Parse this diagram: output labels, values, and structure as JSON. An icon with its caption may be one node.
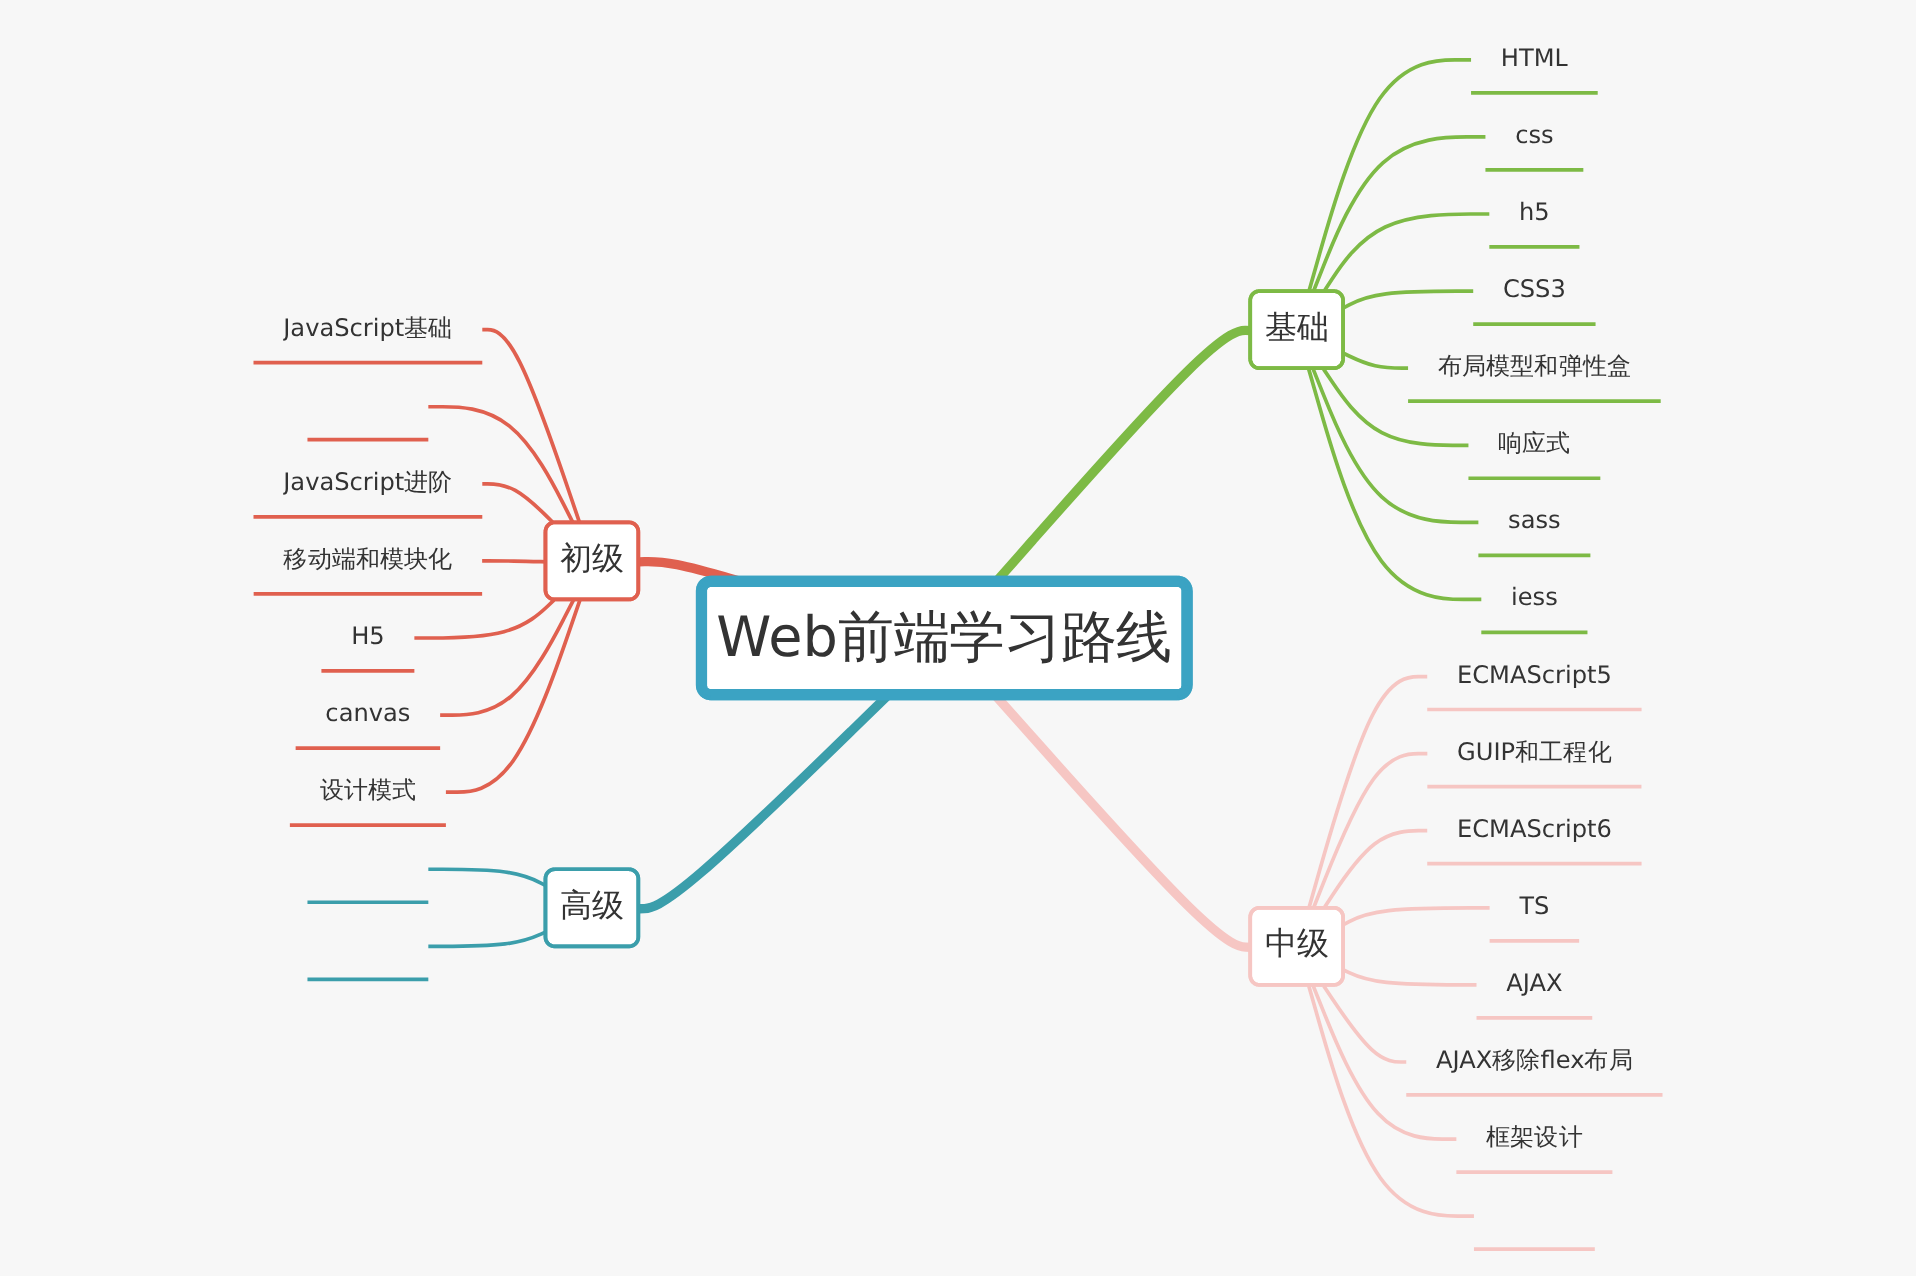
{
  "diagram": {
    "nodes": [
      {
        "text": [
          "Web前端学习路线"
        ]
      },
      {
        "text": [
          "基础"
        ]
      },
      {
        "text": [
          "HTML"
        ]
      },
      {
        "text": [
          "css"
        ]
      },
      {
        "text": [
          "h5"
        ]
      },
      {
        "text": [
          "CSS3"
        ]
      },
      {
        "text": [
          "布局模型和弹性盒"
        ]
      },
      {
        "text": [
          "响应式"
        ]
      },
      {
        "text": [
          "sass"
        ]
      },
      {
        "text": [
          "iess"
        ]
      },
      {
        "text": [
          "中级"
        ]
      },
      {
        "text": [
          "ECMAScript5"
        ]
      },
      {
        "text": [
          "GUIP和工程化"
        ]
      },
      {
        "text": [
          "ECMAScript6"
        ]
      },
      {
        "text": [
          "TS"
        ]
      },
      {
        "text": [
          "AJAX"
        ]
      },
      {
        "text": [
          "AJAX移除flex布局"
        ]
      },
      {
        "text": [
          "框架设计"
        ]
      },
      {
        "text": [],
        "shape": "line"
      },
      {
        "text": [
          "初级"
        ]
      },
      {
        "text": [
          "JavaScript基础"
        ]
      },
      {
        "text": [],
        "shape": "line"
      },
      {
        "text": [
          "JavaScript进阶"
        ]
      },
      {
        "text": [
          "移动端和模块化"
        ]
      },
      {
        "text": [
          "H5"
        ]
      },
      {
        "text": [
          "canvas"
        ]
      },
      {
        "text": [
          "设计模式"
        ]
      },
      {
        "text": [
          "高级"
        ]
      },
      {
        "text": [],
        "shape": "line"
      },
      {
        "text": [],
        "shape": "line"
      }
    ],
    "edges": [
      {
        "from": 0,
        "to": 1,
        "arrow": "none",
        "style": "thick",
        "color": "#7dba45"
      },
      {
        "from": 1,
        "to": 2,
        "arrow": "none",
        "color": "#7dba45"
      },
      {
        "from": 1,
        "to": 3,
        "arrow": "none",
        "color": "#7dba45"
      },
      {
        "from": 1,
        "to": 4,
        "arrow": "none",
        "color": "#7dba45"
      },
      {
        "from": 1,
        "to": 5,
        "arrow": "none",
        "color": "#7dba45"
      },
      {
        "from": 1,
        "to": 6,
        "arrow": "none",
        "color": "#7dba45"
      },
      {
        "from": 1,
        "to": 7,
        "arrow": "none",
        "color": "#7dba45"
      },
      {
        "from": 1,
        "to": 8,
        "arrow": "none",
        "color": "#7dba45"
      },
      {
        "from": 1,
        "to": 9,
        "arrow": "none",
        "color": "#7dba45"
      },
      {
        "from": 0,
        "to": 10,
        "arrow": "none",
        "style": "thick",
        "color": "#f6c6c3"
      },
      {
        "from": 10,
        "to": 11,
        "arrow": "none",
        "color": "#f6c6c3"
      },
      {
        "from": 10,
        "to": 12,
        "arrow": "none",
        "color": "#f6c6c3"
      },
      {
        "from": 10,
        "to": 13,
        "arrow": "none",
        "color": "#f6c6c3"
      },
      {
        "from": 10,
        "to": 14,
        "arrow": "none",
        "color": "#f6c6c3"
      },
      {
        "from": 10,
        "to": 15,
        "arrow": "none",
        "color": "#f6c6c3"
      },
      {
        "from": 10,
        "to": 16,
        "arrow": "none",
        "color": "#f6c6c3"
      },
      {
        "from": 10,
        "to": 17,
        "arrow": "none",
        "color": "#f6c6c3"
      },
      {
        "from": 10,
        "to": 18,
        "arrow": "none",
        "color": "#f6c6c3"
      },
      {
        "from": 19,
        "to": 0,
        "arrow": "none",
        "style": "thick",
        "color": "#e0604f"
      },
      {
        "from": 20,
        "to": 19,
        "arrow": "none",
        "color": "#e0604f"
      },
      {
        "from": 21,
        "to": 19,
        "arrow": "none",
        "color": "#e0604f"
      },
      {
        "from": 22,
        "to": 19,
        "arrow": "none",
        "color": "#e0604f"
      },
      {
        "from": 23,
        "to": 19,
        "arrow": "none",
        "color": "#e0604f"
      },
      {
        "from": 24,
        "to": 19,
        "arrow": "none",
        "color": "#e0604f"
      },
      {
        "from": 25,
        "to": 19,
        "arrow": "none",
        "color": "#e0604f"
      },
      {
        "from": 26,
        "to": 19,
        "arrow": "none",
        "color": "#e0604f"
      },
      {
        "from": 27,
        "to": 0,
        "arrow": "none",
        "style": "thick",
        "color": "#3b9eab"
      },
      {
        "from": 28,
        "to": 27,
        "arrow": "none",
        "color": "#3b9eab"
      },
      {
        "from": 29,
        "to": 27,
        "arrow": "none",
        "color": "#3b9eab"
      }
    ]
  }
}
